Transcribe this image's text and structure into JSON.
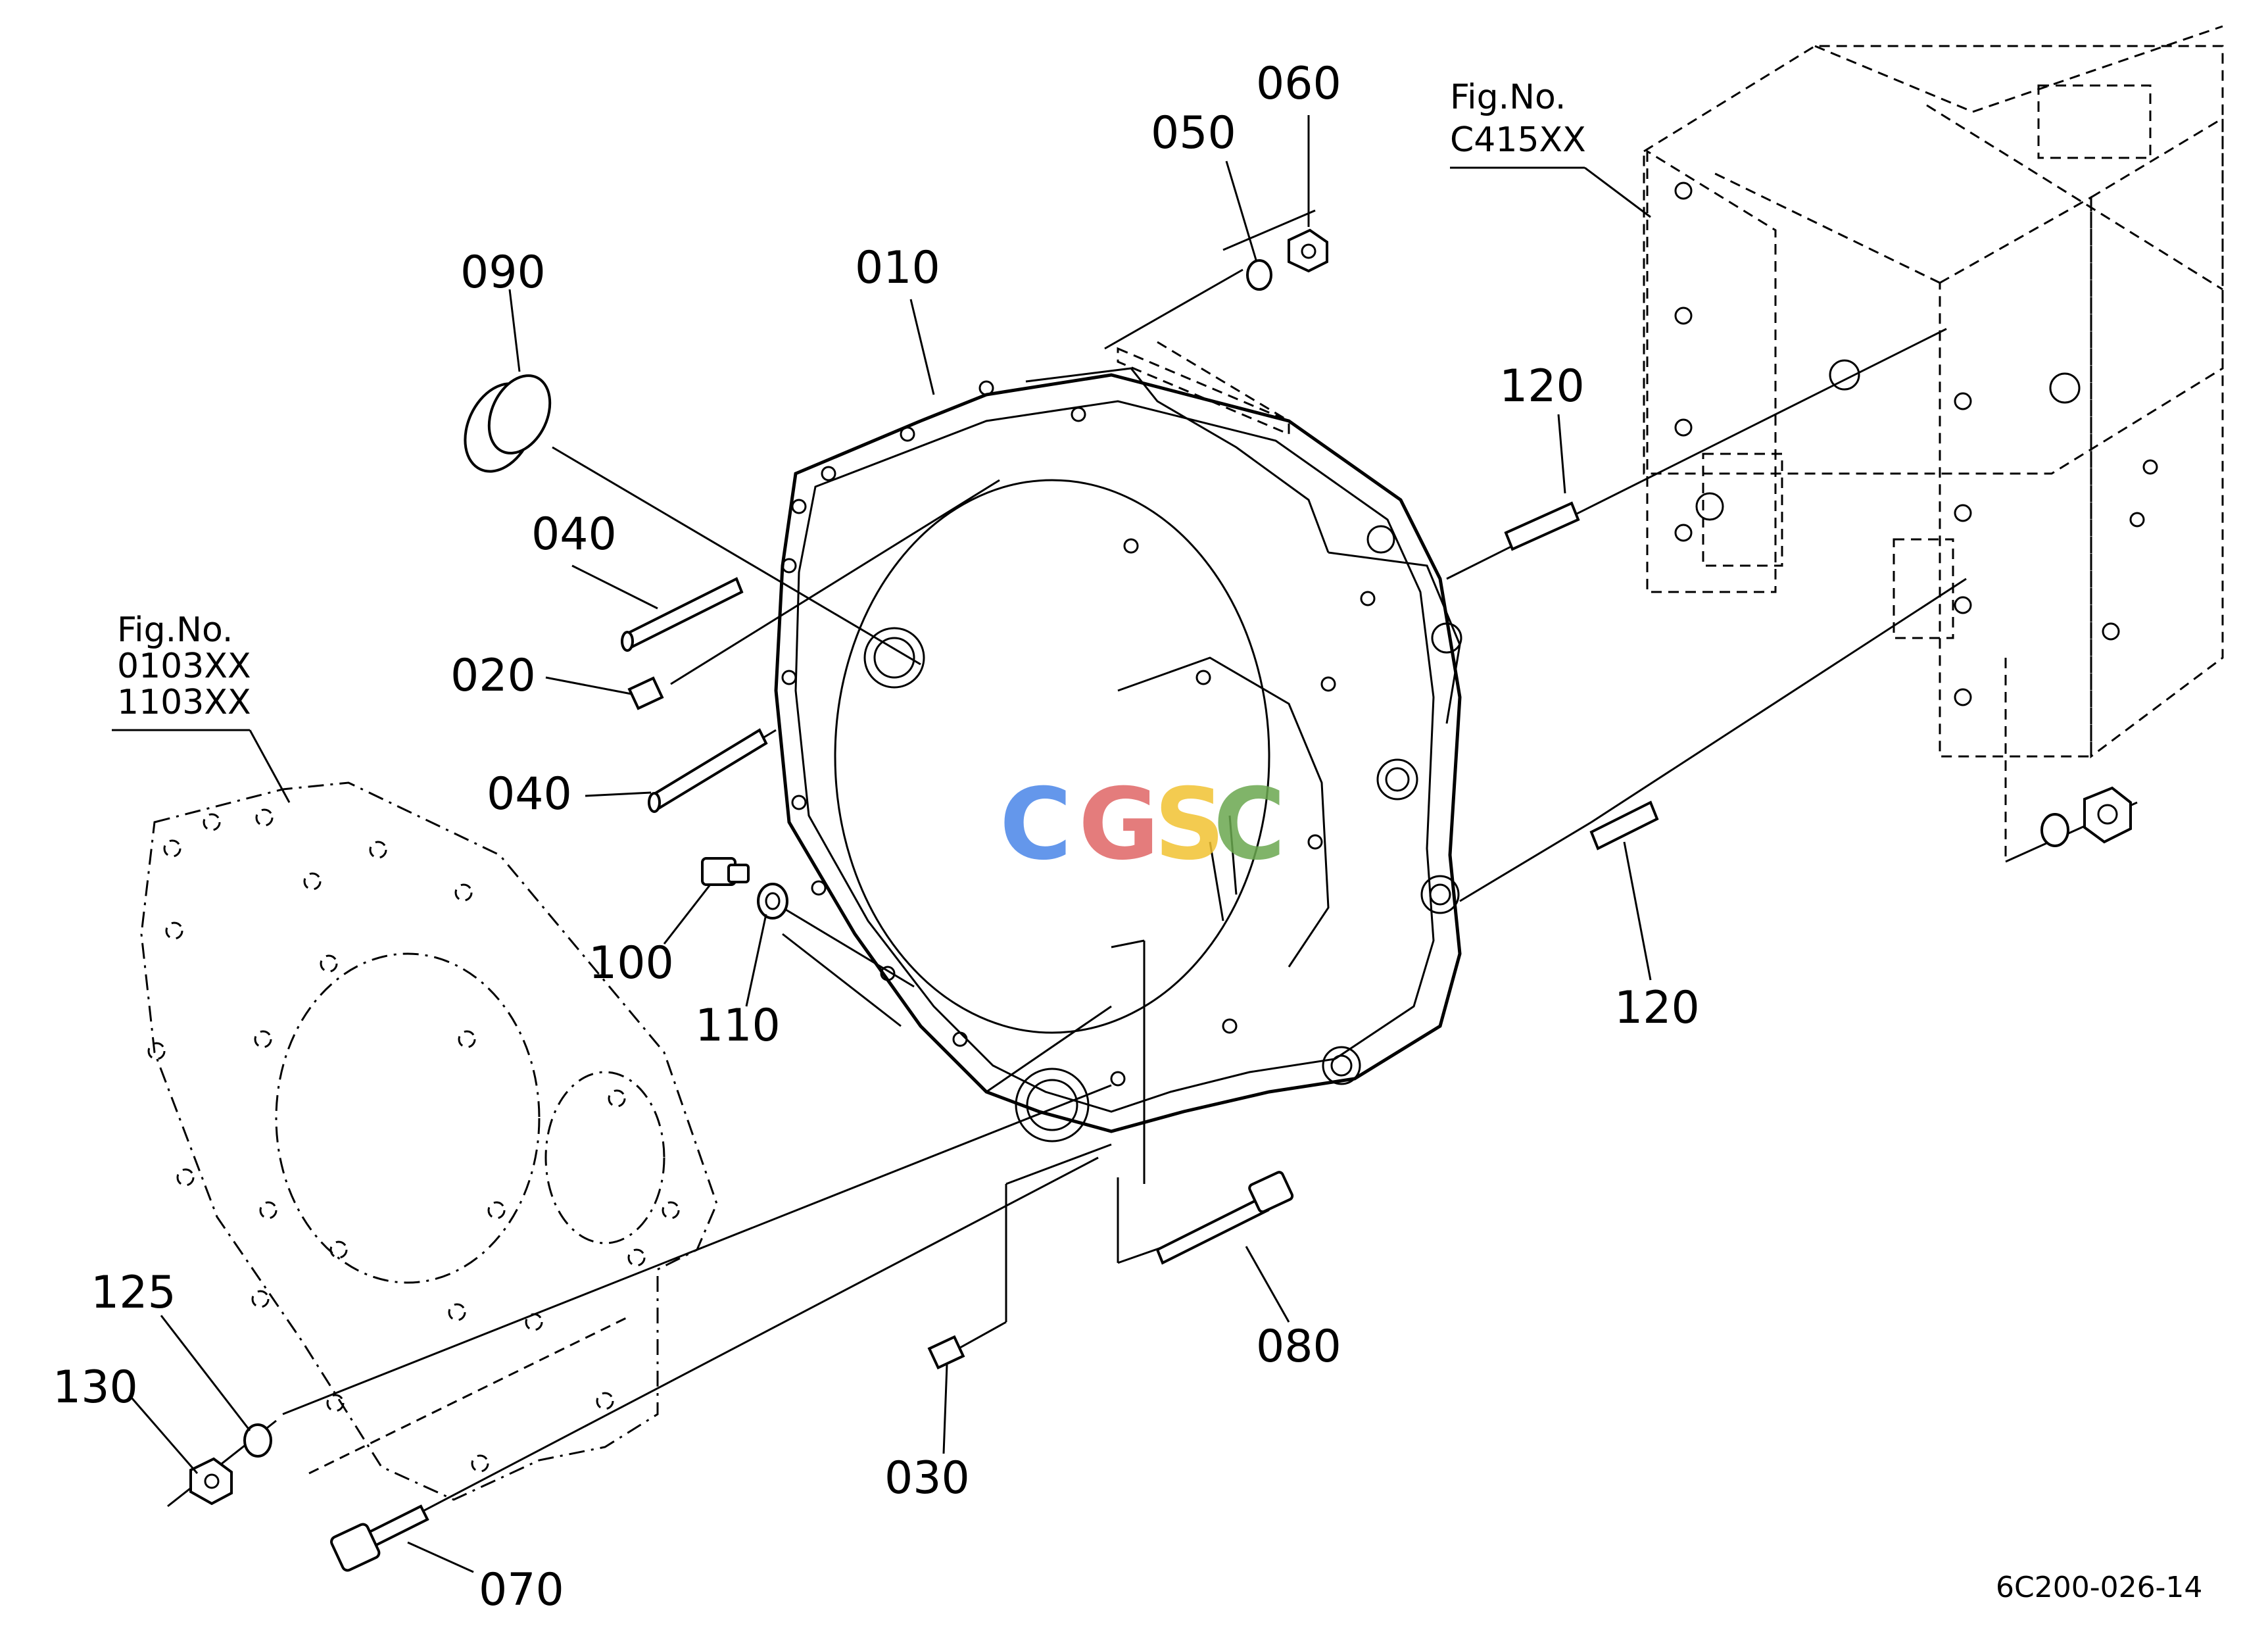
{
  "diagram": {
    "part_labels": {
      "p010": "010",
      "p020": "020",
      "p030": "030",
      "p040a": "040",
      "p040b": "040",
      "p050": "050",
      "p060": "060",
      "p070": "070",
      "p080": "080",
      "p090": "090",
      "p100": "100",
      "p110": "110",
      "p120a": "120",
      "p120b": "120",
      "p125": "125",
      "p130": "130"
    },
    "fig_refs": {
      "left": {
        "line1": "Fig.No.",
        "line2": "0103XX",
        "line3": "1103XX"
      },
      "right": {
        "line1": "Fig.No.",
        "line2": "C415XX"
      }
    },
    "drawing_code": "6C200-026-14",
    "watermark": {
      "c1": "C",
      "g": "G",
      "s": "S",
      "c2": "C",
      "colors": {
        "c1": "#4a86e8",
        "g": "#e06666",
        "s": "#f1c232",
        "c2": "#6aa84f"
      }
    }
  }
}
